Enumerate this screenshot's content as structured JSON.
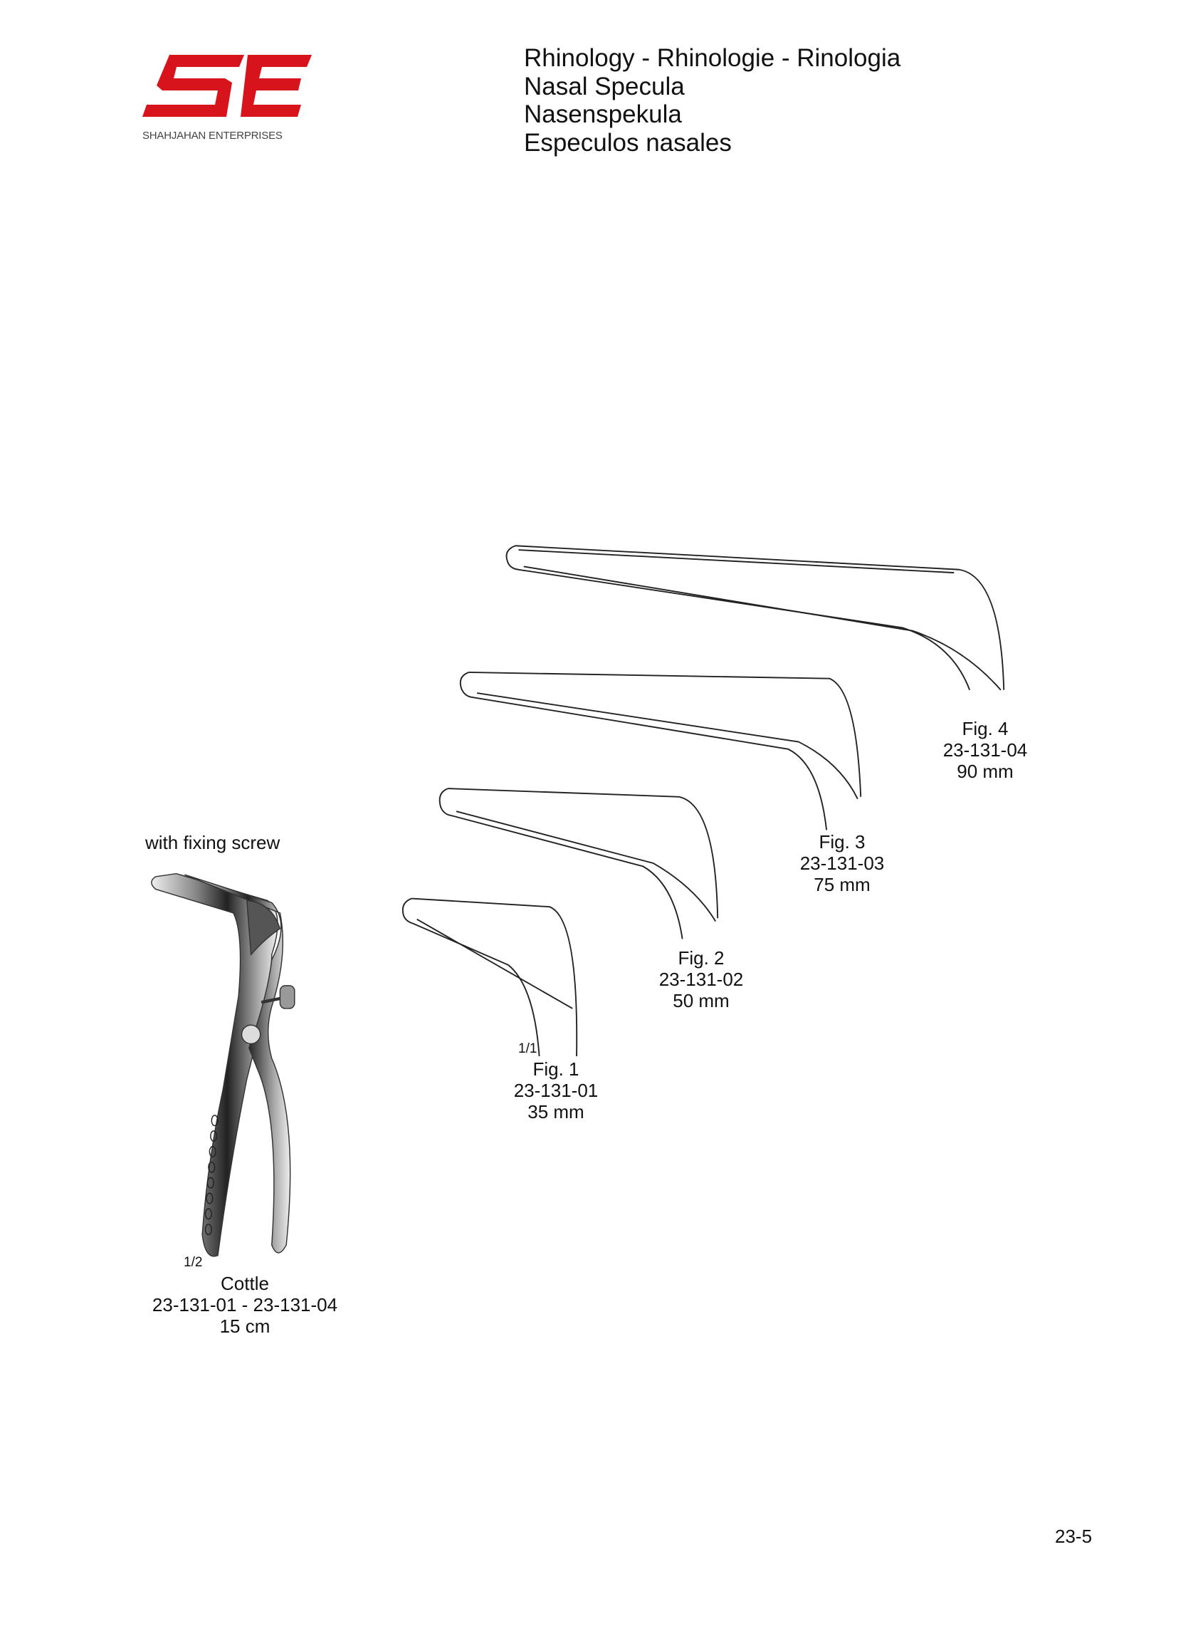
{
  "logo": {
    "brand_text": "SHAHJAHAN ENTERPRISES",
    "mark": "SE",
    "color": "#d7141b"
  },
  "header": {
    "lines": [
      "Rhinology  -  Rhinologie  -  Rinologia",
      "Nasal Specula",
      "Nasenspekula",
      "Especulos nasales"
    ]
  },
  "instrument": {
    "note": "with fixing screw",
    "scale": "1/2",
    "name": "Cottle",
    "range": "23-131-01  -  23-131-04",
    "length": "15 cm"
  },
  "figures": [
    {
      "fig": "Fig. 1",
      "code": "23-131-01",
      "size": "35 mm",
      "scale": "1/1"
    },
    {
      "fig": "Fig. 2",
      "code": "23-131-02",
      "size": "50 mm"
    },
    {
      "fig": "Fig. 3",
      "code": "23-131-03",
      "size": "75 mm"
    },
    {
      "fig": "Fig. 4",
      "code": "23-131-04",
      "size": "90 mm"
    }
  ],
  "page_number": "23-5"
}
